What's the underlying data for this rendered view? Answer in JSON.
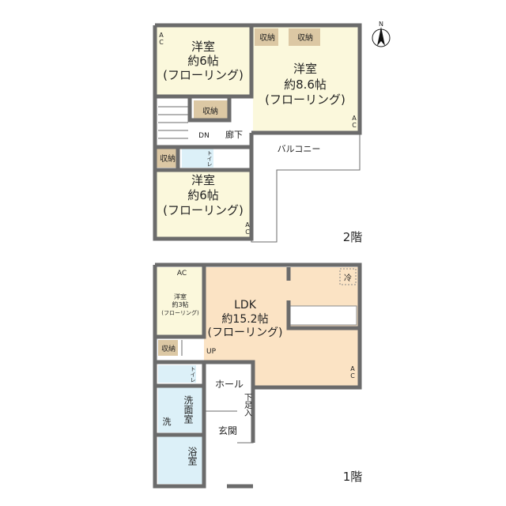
{
  "floor2": {
    "label": "2階",
    "rooms": {
      "room_nw": {
        "type": "洋室",
        "size": "約6帖",
        "floor": "(フローリング)"
      },
      "room_ne": {
        "type": "洋室",
        "size": "約8.6帖",
        "floor": "(フローリング)"
      },
      "room_sw": {
        "type": "洋室",
        "size": "約6帖",
        "floor": "(フローリング)"
      }
    },
    "storage": "収納",
    "hallway": "廊下",
    "stairs": "DN",
    "toilet": "トイレ",
    "balcony": "バルコニー",
    "ac": "AC"
  },
  "floor1": {
    "label": "1階",
    "ldk": {
      "type": "LDK",
      "size": "約15.2帖",
      "floor": "(フローリング)"
    },
    "small_room": {
      "type": "洋室",
      "size": "約3帖",
      "floor": "(フローリング)"
    },
    "storage": "収納",
    "stairs": "UP",
    "toilet": "トイレ",
    "hall": "ホール",
    "washroom": "洗面室",
    "washer": "洗",
    "shoe_box": "下足入",
    "entrance": "玄関",
    "bath": "浴室",
    "fridge": "冷",
    "ac": "AC"
  },
  "colors": {
    "room": "#fbf8dc",
    "ldk": "#fbe3c4",
    "storage": "#dcc8a4",
    "wet": "#dcf0f8",
    "wall": "#6b6b6b"
  },
  "compass": "N"
}
